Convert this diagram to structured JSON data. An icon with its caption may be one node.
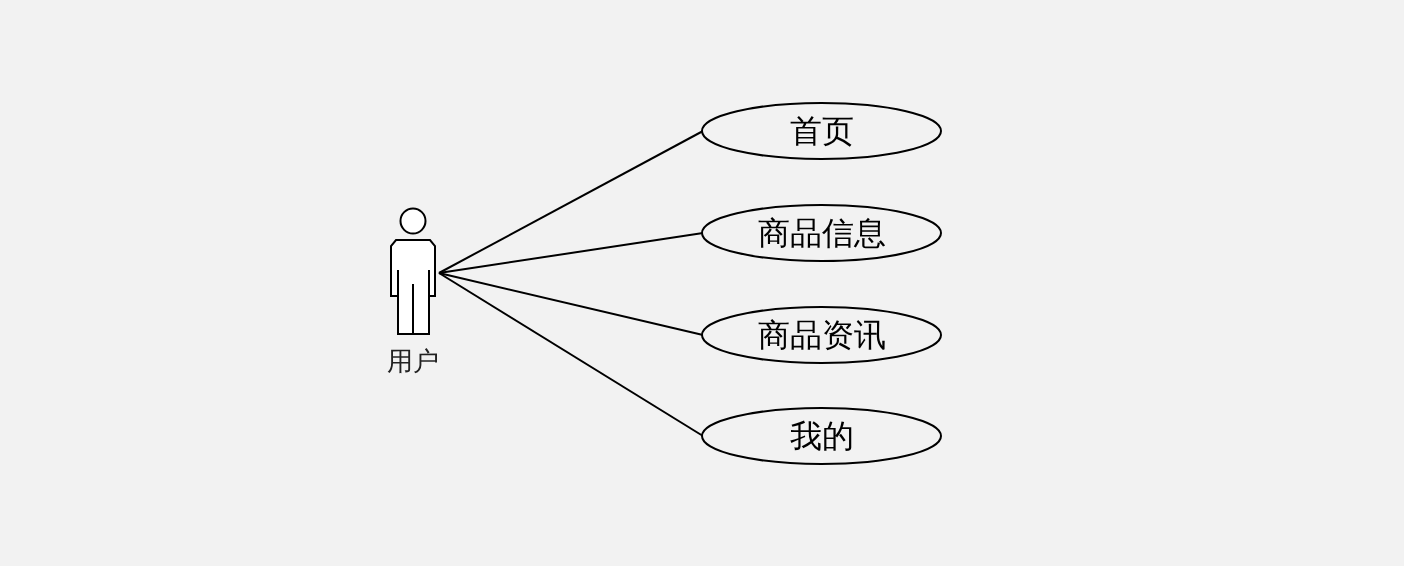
{
  "diagram": {
    "nodes": [
      {
        "text": [
          "用户"
        ]
      },
      {
        "text": [
          "首页"
        ]
      },
      {
        "text": [
          "商品信息"
        ]
      },
      {
        "text": [
          "商品资讯"
        ]
      },
      {
        "text": [
          "我的"
        ]
      }
    ],
    "edges": [
      {
        "from": 0,
        "to": 1,
        "arrow": "none"
      },
      {
        "from": 0,
        "to": 2,
        "arrow": "none"
      },
      {
        "from": 0,
        "to": 3,
        "arrow": "none"
      },
      {
        "from": 0,
        "to": 4,
        "arrow": "none"
      }
    ]
  }
}
